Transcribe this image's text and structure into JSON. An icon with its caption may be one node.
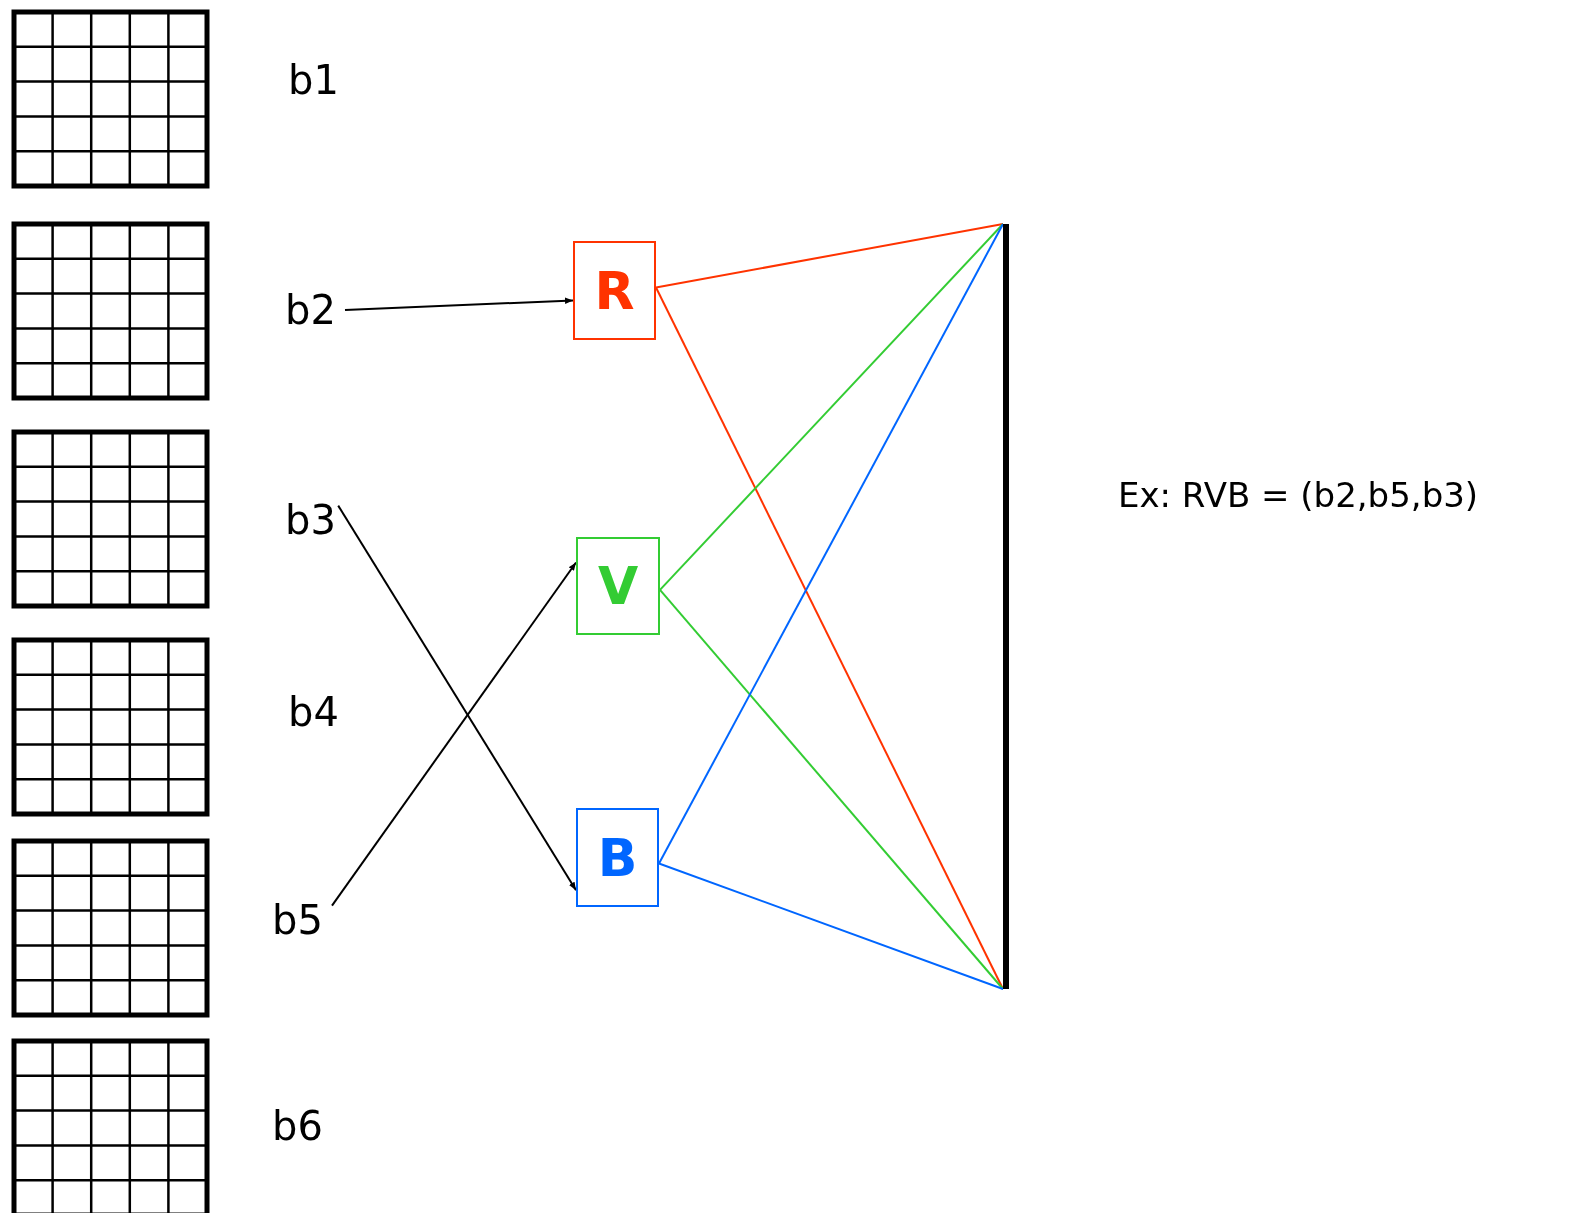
{
  "diagram": {
    "nodes": [
      {
        "text": [
          "b2"
        ]
      },
      {
        "text": [
          "b3"
        ]
      },
      {
        "text": [
          "b5"
        ]
      },
      {
        "text": [
          "R"
        ]
      },
      {
        "text": [
          "V"
        ]
      },
      {
        "text": [
          "B"
        ]
      },
      {
        "text": [],
        "shape": "bar"
      }
    ],
    "edges": [
      {
        "from": 0,
        "to": 3,
        "arrow": "to"
      },
      {
        "from": 1,
        "to": 5,
        "arrow": "to"
      },
      {
        "from": 2,
        "to": 4,
        "arrow": "to"
      },
      {
        "from": 3,
        "to": 6,
        "arrow": "none",
        "color": "#ff3300"
      },
      {
        "from": 3,
        "to": 6,
        "arrow": "none",
        "color": "#ff3300"
      },
      {
        "from": 4,
        "to": 6,
        "arrow": "none",
        "color": "#33cc33"
      },
      {
        "from": 4,
        "to": 6,
        "arrow": "none",
        "color": "#33cc33"
      },
      {
        "from": 5,
        "to": 6,
        "arrow": "none",
        "color": "#0066ff"
      },
      {
        "from": 5,
        "to": 6,
        "arrow": "none",
        "color": "#0066ff"
      }
    ],
    "labels": [
      "b1",
      "b4",
      "b6",
      "Ex: RVB = (b2,b5,b3)"
    ]
  }
}
